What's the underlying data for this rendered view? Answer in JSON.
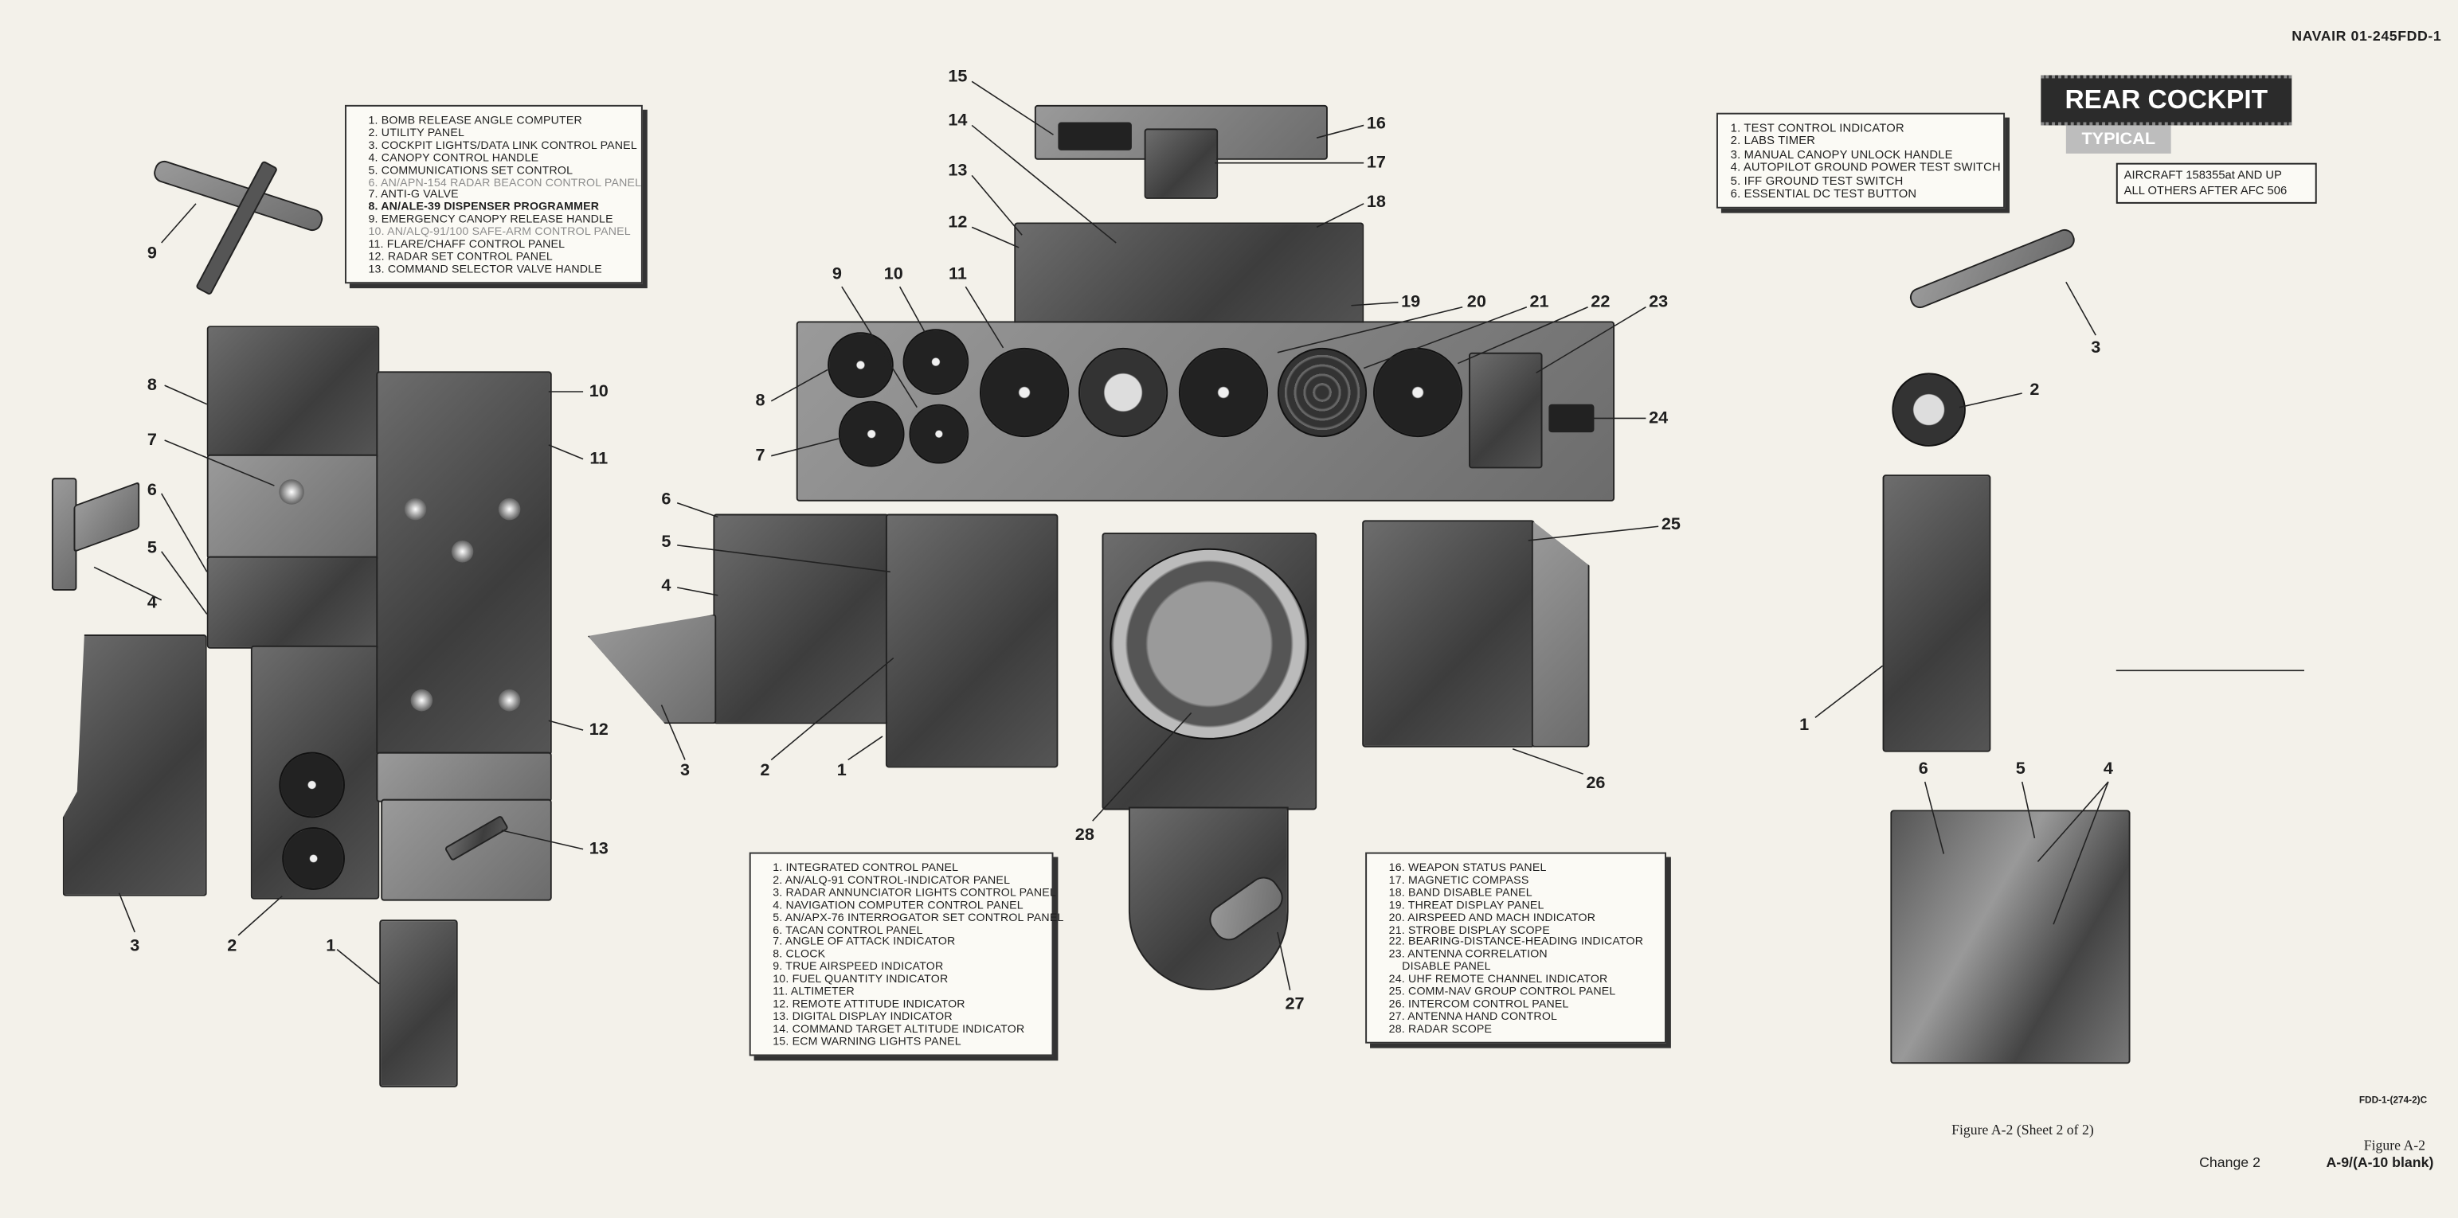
{
  "header": {
    "doc_number": "NAVAIR 01-245FDD-1"
  },
  "title_block": {
    "title": "REAR COCKPIT",
    "subtitle": "TYPICAL",
    "applicability": [
      "AIRCRAFT 158355at AND UP",
      "ALL OTHERS AFTER AFC 506"
    ]
  },
  "legend_left": [
    {
      "text": "1. BOMB RELEASE ANGLE COMPUTER"
    },
    {
      "text": "2. UTILITY PANEL"
    },
    {
      "text": "3. COCKPIT LIGHTS/DATA LINK CONTROL PANEL"
    },
    {
      "text": "4. CANOPY CONTROL HANDLE"
    },
    {
      "text": "5. COMMUNICATIONS SET CONTROL"
    },
    {
      "text": "6. AN/APN-154 RADAR BEACON CONTROL PANEL"
    },
    {
      "text": "7. ANTI-G VALVE"
    },
    {
      "text": "8. AN/ALE-39 DISPENSER PROGRAMMER"
    },
    {
      "text": "9. EMERGENCY CANOPY RELEASE HANDLE"
    },
    {
      "text": "10. AN/ALQ-91/100 SAFE-ARM CONTROL PANEL"
    },
    {
      "text": "11. FLARE/CHAFF CONTROL PANEL"
    },
    {
      "text": "12. RADAR SET CONTROL PANEL"
    },
    {
      "text": "13. COMMAND SELECTOR VALVE HANDLE"
    }
  ],
  "legend_center_a": [
    {
      "text": "1. INTEGRATED CONTROL PANEL"
    },
    {
      "text": "2. AN/ALQ-91 CONTROL-INDICATOR PANEL"
    },
    {
      "text": "3. RADAR ANNUNCIATOR LIGHTS CONTROL PANEL"
    },
    {
      "text": "4. NAVIGATION COMPUTER CONTROL PANEL"
    },
    {
      "text": "5. AN/APX-76 INTERROGATOR SET CONTROL PANEL"
    },
    {
      "text": "6. TACAN CONTROL PANEL"
    },
    {
      "text": "7. ANGLE OF ATTACK INDICATOR"
    },
    {
      "text": "8. CLOCK"
    },
    {
      "text": "9. TRUE AIRSPEED INDICATOR"
    },
    {
      "text": "10. FUEL QUANTITY INDICATOR"
    },
    {
      "text": "11. ALTIMETER"
    },
    {
      "text": "12. REMOTE ATTITUDE INDICATOR"
    },
    {
      "text": "13. DIGITAL DISPLAY INDICATOR"
    },
    {
      "text": "14. COMMAND TARGET ALTITUDE INDICATOR"
    },
    {
      "text": "15. ECM WARNING LIGHTS PANEL"
    }
  ],
  "legend_center_b": [
    {
      "text": "16. WEAPON STATUS PANEL"
    },
    {
      "text": "17. MAGNETIC COMPASS"
    },
    {
      "text": "18. BAND DISABLE PANEL"
    },
    {
      "text": "19. THREAT DISPLAY PANEL"
    },
    {
      "text": "20. AIRSPEED AND MACH INDICATOR"
    },
    {
      "text": "21. STROBE DISPLAY SCOPE"
    },
    {
      "text": "22. BEARING-DISTANCE-HEADING INDICATOR"
    },
    {
      "text": "23. ANTENNA CORRELATION"
    },
    {
      "text": "    DISABLE PANEL"
    },
    {
      "text": "24. UHF REMOTE CHANNEL INDICATOR"
    },
    {
      "text": "25. COMM-NAV GROUP CONTROL PANEL"
    },
    {
      "text": "26. INTERCOM CONTROL PANEL"
    },
    {
      "text": "27. ANTENNA HAND CONTROL"
    },
    {
      "text": "28. RADAR SCOPE"
    }
  ],
  "legend_right": [
    {
      "text": "1. TEST CONTROL INDICATOR"
    },
    {
      "text": "2. LABS TIMER"
    },
    {
      "text": "3. MANUAL CANOPY UNLOCK HANDLE"
    },
    {
      "text": "4. AUTOPILOT GROUND POWER TEST SWITCH"
    },
    {
      "text": "5. IFF GROUND TEST SWITCH"
    },
    {
      "text": "6. ESSENTIAL DC TEST BUTTON"
    }
  ],
  "callouts_left": [
    "9",
    "8",
    "7",
    "6",
    "5",
    "4",
    "3",
    "2",
    "1",
    "10",
    "11",
    "12",
    "13"
  ],
  "callouts_center": [
    "15",
    "14",
    "13",
    "12",
    "9",
    "10",
    "11",
    "8",
    "7",
    "16",
    "17",
    "18",
    "19",
    "20",
    "21",
    "22",
    "23",
    "24",
    "6",
    "5",
    "4",
    "3",
    "2",
    "1",
    "25",
    "26",
    "28",
    "27"
  ],
  "callouts_right": [
    "3",
    "2",
    "1",
    "6",
    "5",
    "4"
  ],
  "footer": {
    "art_number": "FDD-1-(274-2)C",
    "figure_caption": "Figure A-2 (Sheet 2 of 2)",
    "figure_ref": "Figure A-2",
    "change": "Change 2",
    "page": "A-9/(A-10 blank)"
  }
}
